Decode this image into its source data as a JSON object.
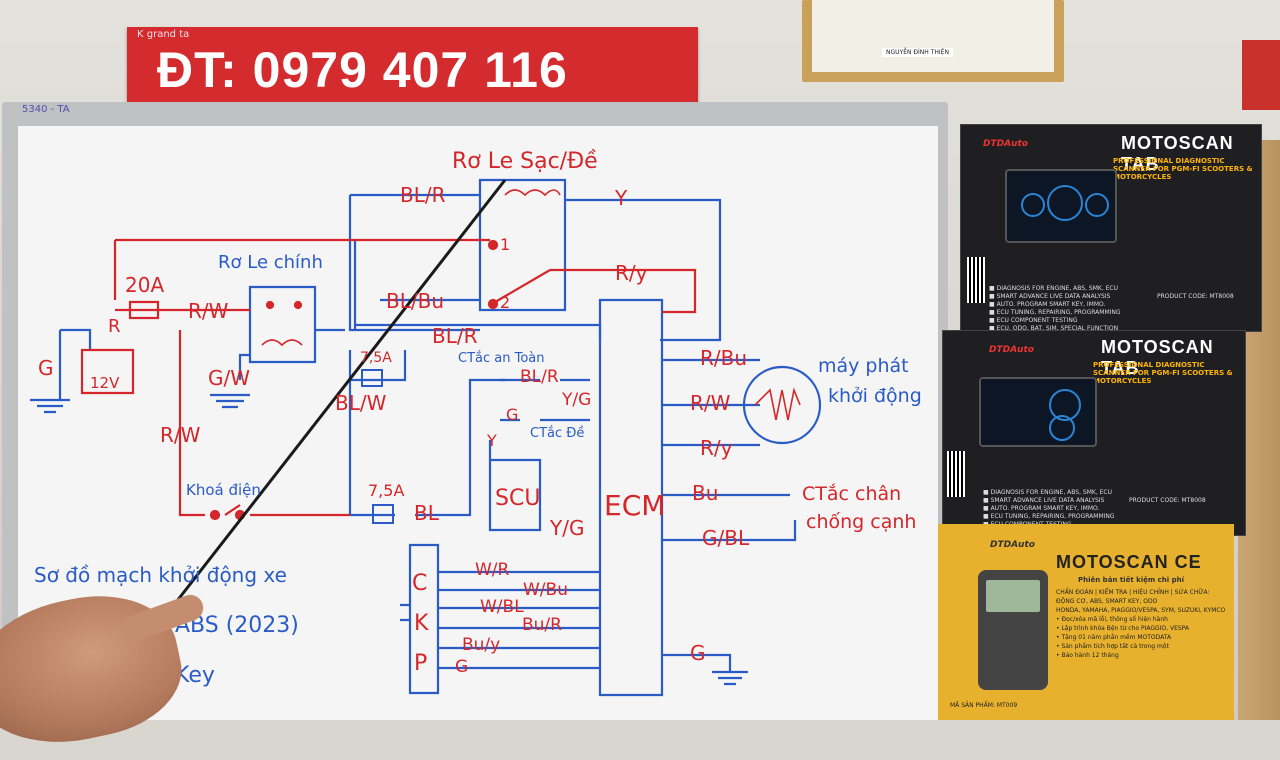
{
  "sign": {
    "text": "ĐT: 0979 407 116",
    "note": "K grand ta"
  },
  "certificate": {
    "name": "NGUYỄN ĐÌNH THIỆN"
  },
  "board": {
    "top_note": "5340 - TA",
    "diagram": {
      "relay_charge_title": "Rơ Le Sạc/Đề",
      "relay_main_title": "Rơ Le chính",
      "fuse_20a": "20A",
      "fuse_75a_top": "7,5A",
      "fuse_75a_bottom": "7,5A",
      "battery": "12V",
      "ground_g": "G",
      "wire_r": "R",
      "wire_rw1": "R/W",
      "wire_rw2": "R/W",
      "wire_gw": "G/W",
      "wire_blr": "BL/R",
      "wire_blbu": "BL/Bu",
      "wire_blr2": "BL/R",
      "wire_blw": "BL/W",
      "wire_bl": "BL",
      "wire_y_top": "Y",
      "wire_ry": "R/y",
      "relay_pin1": "1",
      "relay_pin2": "2",
      "key_switch": "Khoá điện",
      "safety_switch": "CTắc an Toàn",
      "start_switch": "CTắc Đề",
      "wire_blr3": "BL/R",
      "wire_yg": "Y/G",
      "wire_g_small": "G",
      "wire_y_small": "Y",
      "scu": "SCU",
      "wire_yg2": "Y/G",
      "ecm": "ECM",
      "wire_rbu": "R/Bu",
      "wire_rw3": "R/W",
      "wire_ry2": "R/y",
      "generator_label_1": "máy phát",
      "generator_label_2": "khởi động",
      "wire_bu": "Bu",
      "wire_gbl": "G/BL",
      "stand_switch_1": "CTắc chân",
      "stand_switch_2": "chống cạnh",
      "conn_c": "C",
      "conn_k": "K",
      "conn_p": "P",
      "wire_wr": "W/R",
      "wire_wbu": "W/Bu",
      "wire_wbl": "W/BL",
      "wire_bur": "Bu/R",
      "wire_buy": "Bu/y",
      "wire_g_bottom": "G",
      "wire_g_ecm": "G",
      "caption_1": "Sơ đồ mạch khởi động xe",
      "caption_2": "ABS (2023)",
      "caption_3": "Key"
    }
  },
  "boxes": [
    {
      "brand": "DTDAuto",
      "title": "MOTOSCAN TAB",
      "subtitle": "PROFESSIONAL DIAGNOSTIC SCANNER FOR PGM-FI SCOOTERS & MOTORCYCLES",
      "features": "■ DIAGNOSIS FOR ENGINE, ABS, SMK, ECU\n■ SMART ADVANCE LIVE DATA ANALYSIS\n■ AUTO. PROGRAM SMART KEY, IMMO.\n■ ECU TUNING, REPAIRING, PROGRAMMING\n■ ECU COMPONENT TESTING\n■ ECU, ODO, BAT, SIM, SPECIAL FUNCTION\n■ TECHNICAL DATA LOOKUP\n■ REPAIR WORKSHOP MANAGEMENT",
      "code": "PRODUCT CODE: MT8008"
    },
    {
      "brand": "DTDAuto",
      "title": "MOTOSCAN TAB",
      "subtitle": "PROFESSIONAL DIAGNOSTIC SCANNER FOR PGM-FI SCOOTERS & MOTORCYCLES",
      "features": "■ DIAGNOSIS FOR ENGINE, ABS, SMK, ECU\n■ SMART ADVANCE LIVE DATA ANALYSIS\n■ AUTO. PROGRAM SMART KEY, IMMO.\n■ ECU TUNING, REPAIRING, PROGRAMMING\n■ ECU COMPONENT TESTING\n■ ECU, ODO, BAT, SIM, SPECIAL FUNCTION\n■ TECHNICAL DATA LOOKUP\n■ REPAIR WORKSHOP MANAGEMENT",
      "code": "PRODUCT CODE: MT8008"
    },
    {
      "brand": "DTDAuto",
      "title": "MOTOSCAN CE",
      "subtitle": "Phiên bản tiết kiệm chi phí",
      "features": "CHẨN ĐOÁN | KIỂM TRA | HIỆU CHỈNH | SỬA CHỮA:\nĐỘNG CƠ, ABS, SMART KEY, ODO\nHONDA, YAMAHA, PIAGGIO/VESPA, SYM, SUZUKI, KYMCO\n• Đọc/xóa mã lỗi, thông số hiện hành\n• Lập trình khóa Bện từ cho PIAGGIO, VESPA\n• Tặng 01 năm phần mềm MOTODATA\n• Sản phẩm tích hợp tất cả trong một\n• Bảo hành 12 tháng",
      "code": "MÃ SẢN PHẨM: MT009"
    }
  ]
}
